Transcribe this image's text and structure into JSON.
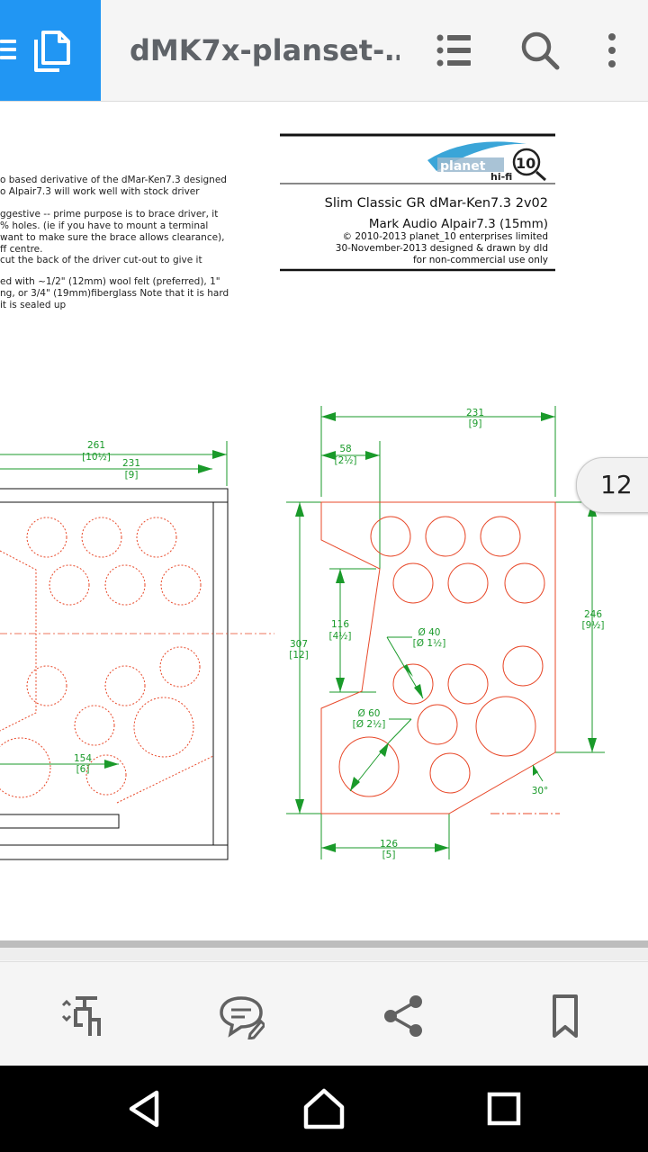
{
  "toolbar": {
    "title": "dMK7x-planset-…",
    "icons": [
      "document-icon",
      "outline-list-icon",
      "search-icon",
      "more-vert-icon"
    ]
  },
  "page": {
    "notes": [
      "o based derivative of the dMar-Ken7.3 designed",
      "o Alpair7.3  will work well with stock driver",
      "ggestive -- prime purpose is to brace driver, it",
      "% holes. (ie if you have to mount a terminal",
      " want to make sure the brace allows clearance),",
      "ff centre.",
      "cut the back of the driver cut-out to give it",
      "ed with ~1/2\" (12mm) wool felt (preferred), 1\"",
      "ng,  or 3/4\" (19mm)fiberglass Note that it is hard",
      " it is sealed up"
    ],
    "titleblock": {
      "logo_main": "planet",
      "logo_num": "10",
      "logo_sub": "hi-fi",
      "name": "Slim Classic GR dMar-Ken7.3 2v02",
      "driver": "Mark Audio Alpair7.3 (15mm)",
      "copyright": "© 2010-2013 planet_10 enterprises limited",
      "date": "30-November-2013 designed & drawn by dld",
      "usage": "for non-commercial use only"
    },
    "dims": {
      "left_261": "261",
      "left_261_in": "[10½]",
      "left_231": "231",
      "left_231_in": "[9]",
      "left_154": "154",
      "left_154_in": "[6]",
      "top_231": "231",
      "top_231_in": "[9]",
      "top_58": "58",
      "top_58_in": "[2½]",
      "h_307": "307",
      "h_307_in": "[12]",
      "h_116": "116",
      "h_116_in": "[4½]",
      "d40": "Ø 40",
      "d40_in": "[Ø 1½]",
      "d60": "Ø 60",
      "d60_in": "[Ø 2½]",
      "h_246": "246",
      "h_246_in": "[9½]",
      "angle": "30°",
      "bottom_126": "126",
      "bottom_126_in": "[5]"
    },
    "page_number": "12"
  },
  "bottom_actions": [
    "reflow-icon",
    "comment-icon",
    "share-icon",
    "bookmark-icon"
  ],
  "nav": [
    "back-icon",
    "home-icon",
    "recents-icon"
  ],
  "colors": {
    "accent": "#2196f3",
    "dim_green": "#1a9a2a",
    "drawing_red": "#e8492a",
    "icon_grey": "#616161"
  }
}
